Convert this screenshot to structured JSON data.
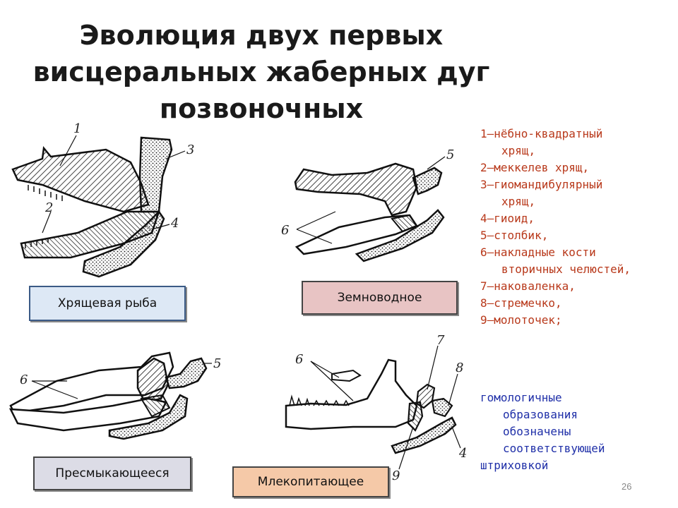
{
  "title": {
    "line1": "Эволюция двух первых",
    "line2": "висцеральных жаберных дуг",
    "line3": "позвоночных"
  },
  "captions": {
    "fish": "Хрящевая рыба",
    "amphibian": "Земноводное",
    "reptile": "Пресмыкающееся",
    "mammal": "Млекопитающее"
  },
  "caption_colors": {
    "fish": "#dde8f5",
    "amphibian": "#e8c4c4",
    "reptile": "#dcdce6",
    "mammal": "#f5c9a8"
  },
  "diagram_labels": {
    "fish": [
      "1",
      "2",
      "3",
      "4"
    ],
    "amphibian": [
      "5",
      "6"
    ],
    "reptile": [
      "6",
      "5"
    ],
    "mammal": [
      "6",
      "7",
      "8",
      "9",
      "4"
    ]
  },
  "legend": [
    {
      "num": "1—",
      "text": "нёбно-квадратный",
      "cont": "хрящ,"
    },
    {
      "num": "2—",
      "text": "меккелев хрящ,",
      "cont": ""
    },
    {
      "num": "3—",
      "text": "гиомандибулярный",
      "cont": "хрящ,"
    },
    {
      "num": "4—",
      "text": "гиоид,",
      "cont": ""
    },
    {
      "num": "5—",
      "text": "столбик,",
      "cont": ""
    },
    {
      "num": "6—",
      "text": "накладные кости",
      "cont": "вторичных челюстей,"
    },
    {
      "num": "7—",
      "text": "наковаленка,",
      "cont": ""
    },
    {
      "num": "8—",
      "text": "стремечко,",
      "cont": ""
    },
    {
      "num": "9—",
      "text": "молоточек;",
      "cont": ""
    }
  ],
  "homology_note": {
    "line1": "гомологичные",
    "line2": "образования",
    "line3": "обозначены",
    "line4": "соответствующей",
    "line5": "штриховкой"
  },
  "page_number": "26",
  "colors": {
    "legend": "#b8381a",
    "note": "#1f2fa8"
  }
}
